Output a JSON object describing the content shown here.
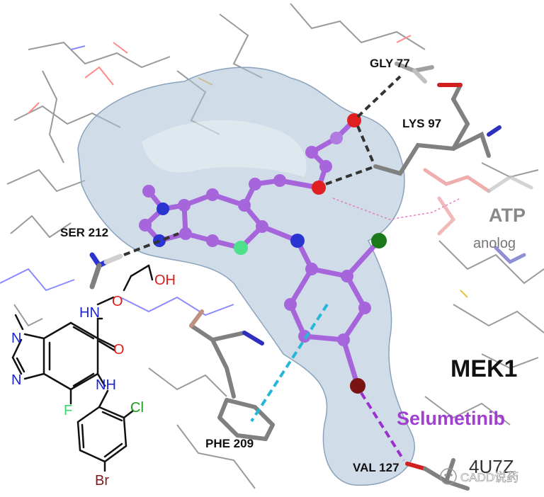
{
  "residues": {
    "gly77": "GLY 77",
    "lys97": "LYS 97",
    "ser212": "SER 212",
    "phe209": "PHE 209",
    "val127": "VAL 127"
  },
  "protein_name": "MEK1",
  "ligand_name": "Selumetinib",
  "atp_label": "ATP",
  "atp_sub": "anolog",
  "pdb_code": "4U7Z",
  "watermark": "CADD说药",
  "struct2d": {
    "oh": "OH",
    "o_ether": "O",
    "nh_amide": "HN",
    "o_carbonyl": "O",
    "n_methyl": "N",
    "n_ring": "N",
    "nh_amine": "NH",
    "f": "F",
    "cl": "Cl",
    "br": "Br"
  },
  "colors": {
    "ligand": "#9a4fd0",
    "ligand_light": "#b07ae0",
    "pocket": "#a9bfd4",
    "hbond": "#333333",
    "pi": "#25b7d8",
    "halogen": "#9a30d0",
    "nitrogen": "#1a24d0",
    "oxygen": "#e01a1a",
    "fluorine": "#36d86a",
    "chlorine": "#1a8a1a",
    "bromine": "#7a1a1a"
  }
}
